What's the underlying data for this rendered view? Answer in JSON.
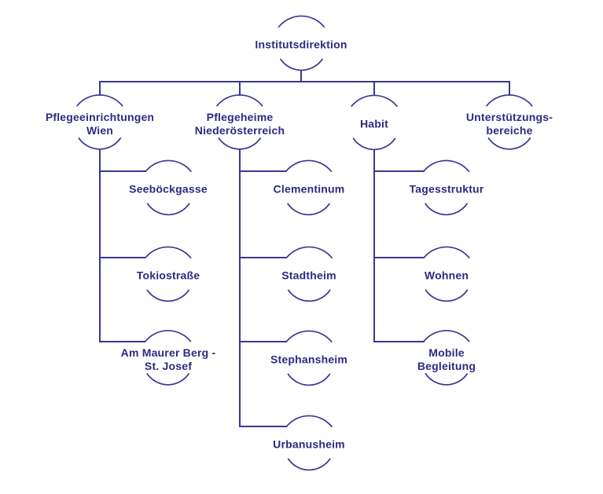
{
  "palette": {
    "ink": "#2d2a80",
    "line": "#3b3694",
    "background": "#ffffff"
  },
  "org": {
    "root": {
      "label": "Institutsdirektion"
    },
    "branches": [
      {
        "label": "Pflegeeinrichtungen\nWien",
        "children": [
          "Seeböckgasse",
          "Tokiostraße",
          "Am Maurer Berg -\nSt. Josef"
        ]
      },
      {
        "label": "Pflegeheime\nNiederösterreich",
        "children": [
          "Clementinum",
          "Stadtheim",
          "Stephansheim",
          "Urbanusheim"
        ]
      },
      {
        "label": "Habit",
        "children": [
          "Tagesstruktur",
          "Wohnen",
          "Mobile\nBegleitung"
        ]
      },
      {
        "label": "Unterstützungs-\nbereiche",
        "children": []
      }
    ]
  }
}
